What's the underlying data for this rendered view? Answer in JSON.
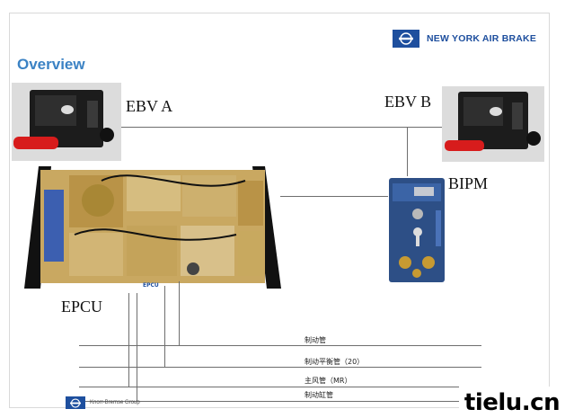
{
  "brand": {
    "name": "NEW YORK AIR BRAKE",
    "logo_icon": "knorr-logo-icon",
    "color": "#1e4f9e"
  },
  "title": "Overview",
  "title_color": "#3b82c4",
  "labels": {
    "ebv_a": "EBV A",
    "ebv_b": "EBV B",
    "bipm": "BIPM",
    "epcu": "EPCU",
    "epcu_plate": "EPCU"
  },
  "pipes": [
    {
      "label": "制动管"
    },
    {
      "label": "制动平衡管（20）"
    },
    {
      "label": "主风管（MR）"
    },
    {
      "label": "制动缸管"
    }
  ],
  "footer": {
    "text": "Knorr-Bremse Group"
  },
  "watermark": "tielu.cn"
}
